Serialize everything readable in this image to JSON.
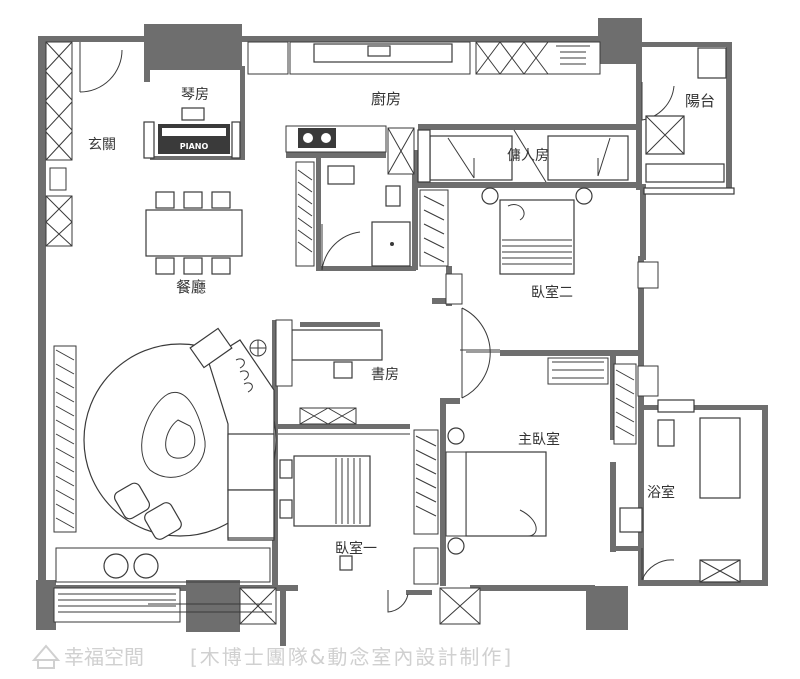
{
  "rooms": {
    "piano_room": "琴房",
    "kitchen": "廚房",
    "balcony": "陽台",
    "entrance": "玄關",
    "maid_room": "傭人房",
    "dining": "餐廳",
    "bedroom2": "臥室二",
    "study": "書房",
    "master_bedroom": "主臥室",
    "bathroom": "浴室",
    "bedroom1": "臥室一"
  },
  "piano_text": "PIANO",
  "watermark": {
    "logo": "幸福空間",
    "credit": "[木博士團隊&動念室內設計制作]"
  },
  "colors": {
    "wall": "#6e6e6e",
    "line": "#3a3a3a",
    "watermark": "#d0d0d0"
  }
}
